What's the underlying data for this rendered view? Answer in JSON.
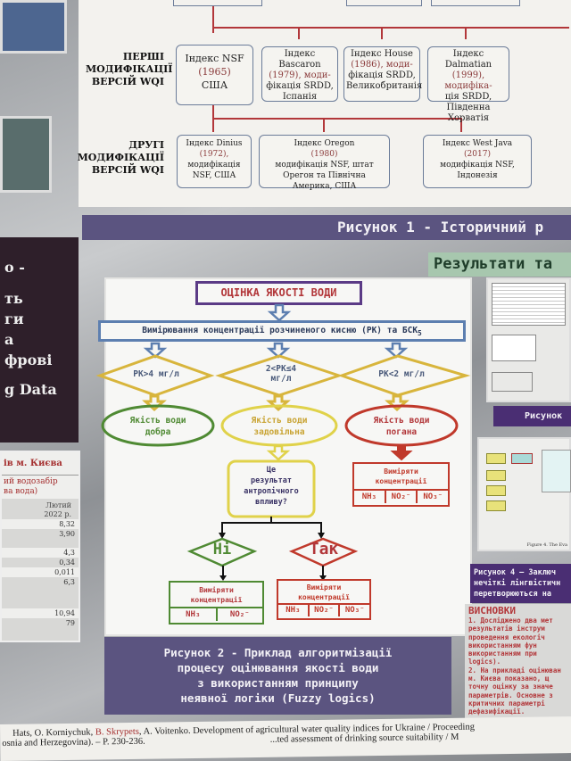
{
  "fig1": {
    "row1_label": [
      "ПЕРШІ",
      "МОДИФІКАЦІЇ",
      "ВЕРСІЙ WQI"
    ],
    "row2_label": [
      "ДРУГІ",
      "МОДИФІКАЦІЇ",
      "ВЕРСІЙ WQI"
    ],
    "row1": [
      {
        "title": "Індекс NSF",
        "year": "(1965)",
        "desc": "США"
      },
      {
        "title": "Індекс Bascaron",
        "year": "(1979), моди-",
        "desc": "фікація SRDD, Іспанія"
      },
      {
        "title": "Індекс House",
        "year": "(1986), моди-",
        "desc": "фікація SRDD, Великобританія"
      },
      {
        "title": "Індекс Dalmatian",
        "year": "(1999), модифіка-",
        "desc": "ція SRDD, Південна Хорватія"
      }
    ],
    "row2": [
      {
        "title": "Індекс Dinius",
        "year": "(1972),",
        "desc": "модифікація NSF, США"
      },
      {
        "title": "Індекс Oregon",
        "year": "(1980)",
        "desc": "модифікація NSF, штат Орегон та Північна Америка, США"
      },
      {
        "title": "Індекс West Java",
        "year": "(2017)",
        "desc": "модифікація NSF, Індонезія"
      }
    ],
    "caption": "Рисунок 1  - Історичний р"
  },
  "left_panel": {
    "lines": [
      "о -",
      "ть",
      "ги",
      "а",
      "фрові",
      "g Data"
    ]
  },
  "left_table": {
    "title": "ів м. Києва",
    "header": [
      "ий водозабір",
      "ва вода)"
    ],
    "col_header": [
      "Лютий",
      "2022 р."
    ],
    "values": [
      "8,32",
      "3,90",
      "4,3",
      "0,34",
      "0,011",
      "6,3",
      "10,94",
      "79"
    ]
  },
  "results_heading": "Результати та",
  "fig2": {
    "title": "ОЦІНКА ЯКОСТІ ВОДИ",
    "measure": "Вимірювання концентрації розчиненого кисню (РК) та БСК",
    "measure_sub": "5",
    "cond1": "РК>4 мг/л",
    "cond2": [
      "2<РК≤4",
      "мг/л"
    ],
    "cond3": "РК<2 мг/л",
    "good": [
      "Якість води",
      "добра"
    ],
    "ok": [
      "Якість води",
      "задовільна"
    ],
    "bad": [
      "Якість води",
      "погана"
    ],
    "question": [
      "Це",
      "результат",
      "антропічного",
      "впливу?"
    ],
    "no": "Ні",
    "yes": "Так",
    "measure_conc": [
      "Виміряти",
      "концентрації"
    ],
    "nh3": "NH₃",
    "no2": "NO₂⁻",
    "no3": "NO₃⁻",
    "caption": [
      "Рисунок 2  - Приклад алгоритмізації",
      "процесу оцінювання якості води",
      "з використанням принципу",
      "неявної логіки (Fuzzy logics)"
    ]
  },
  "right": {
    "fig3_caption": "Рисунок",
    "fig4_caption": [
      "Рисунок 4 – Заключ",
      "нечіткі лінгвістичн",
      "перетворюються на"
    ],
    "conclusions_title": "ВИСНОВКИ",
    "conclusions": [
      "1.  Досліджено два мет",
      "результатів інструм",
      "проведення екологіч",
      "використанням фун",
      "використанням при",
      "logics).",
      "2.  На прикладі оцінюван",
      "м. Києва показано, щ",
      "точну оцінку за значе",
      "параметрів. Основне з",
      "критичних параметрі",
      "дефазифікації."
    ],
    "figure_note": "Figure 4. The Eva"
  },
  "references": [
    "Hats, O. Korniychuk, ",
    "B. Skrypets",
    ", A. Voitenko. Development of agricultural water quality indices for Ukraine / Proceeding",
    "osnia and Herzegovina). – P. 230-236.",
    "...ted assessment of drinking source suitability / M"
  ],
  "colors": {
    "purple": "#5b5480",
    "red": "#b2373a",
    "green": "#4f8a33",
    "yellow": "#d8b53c",
    "blue": "#5d7fb0"
  }
}
